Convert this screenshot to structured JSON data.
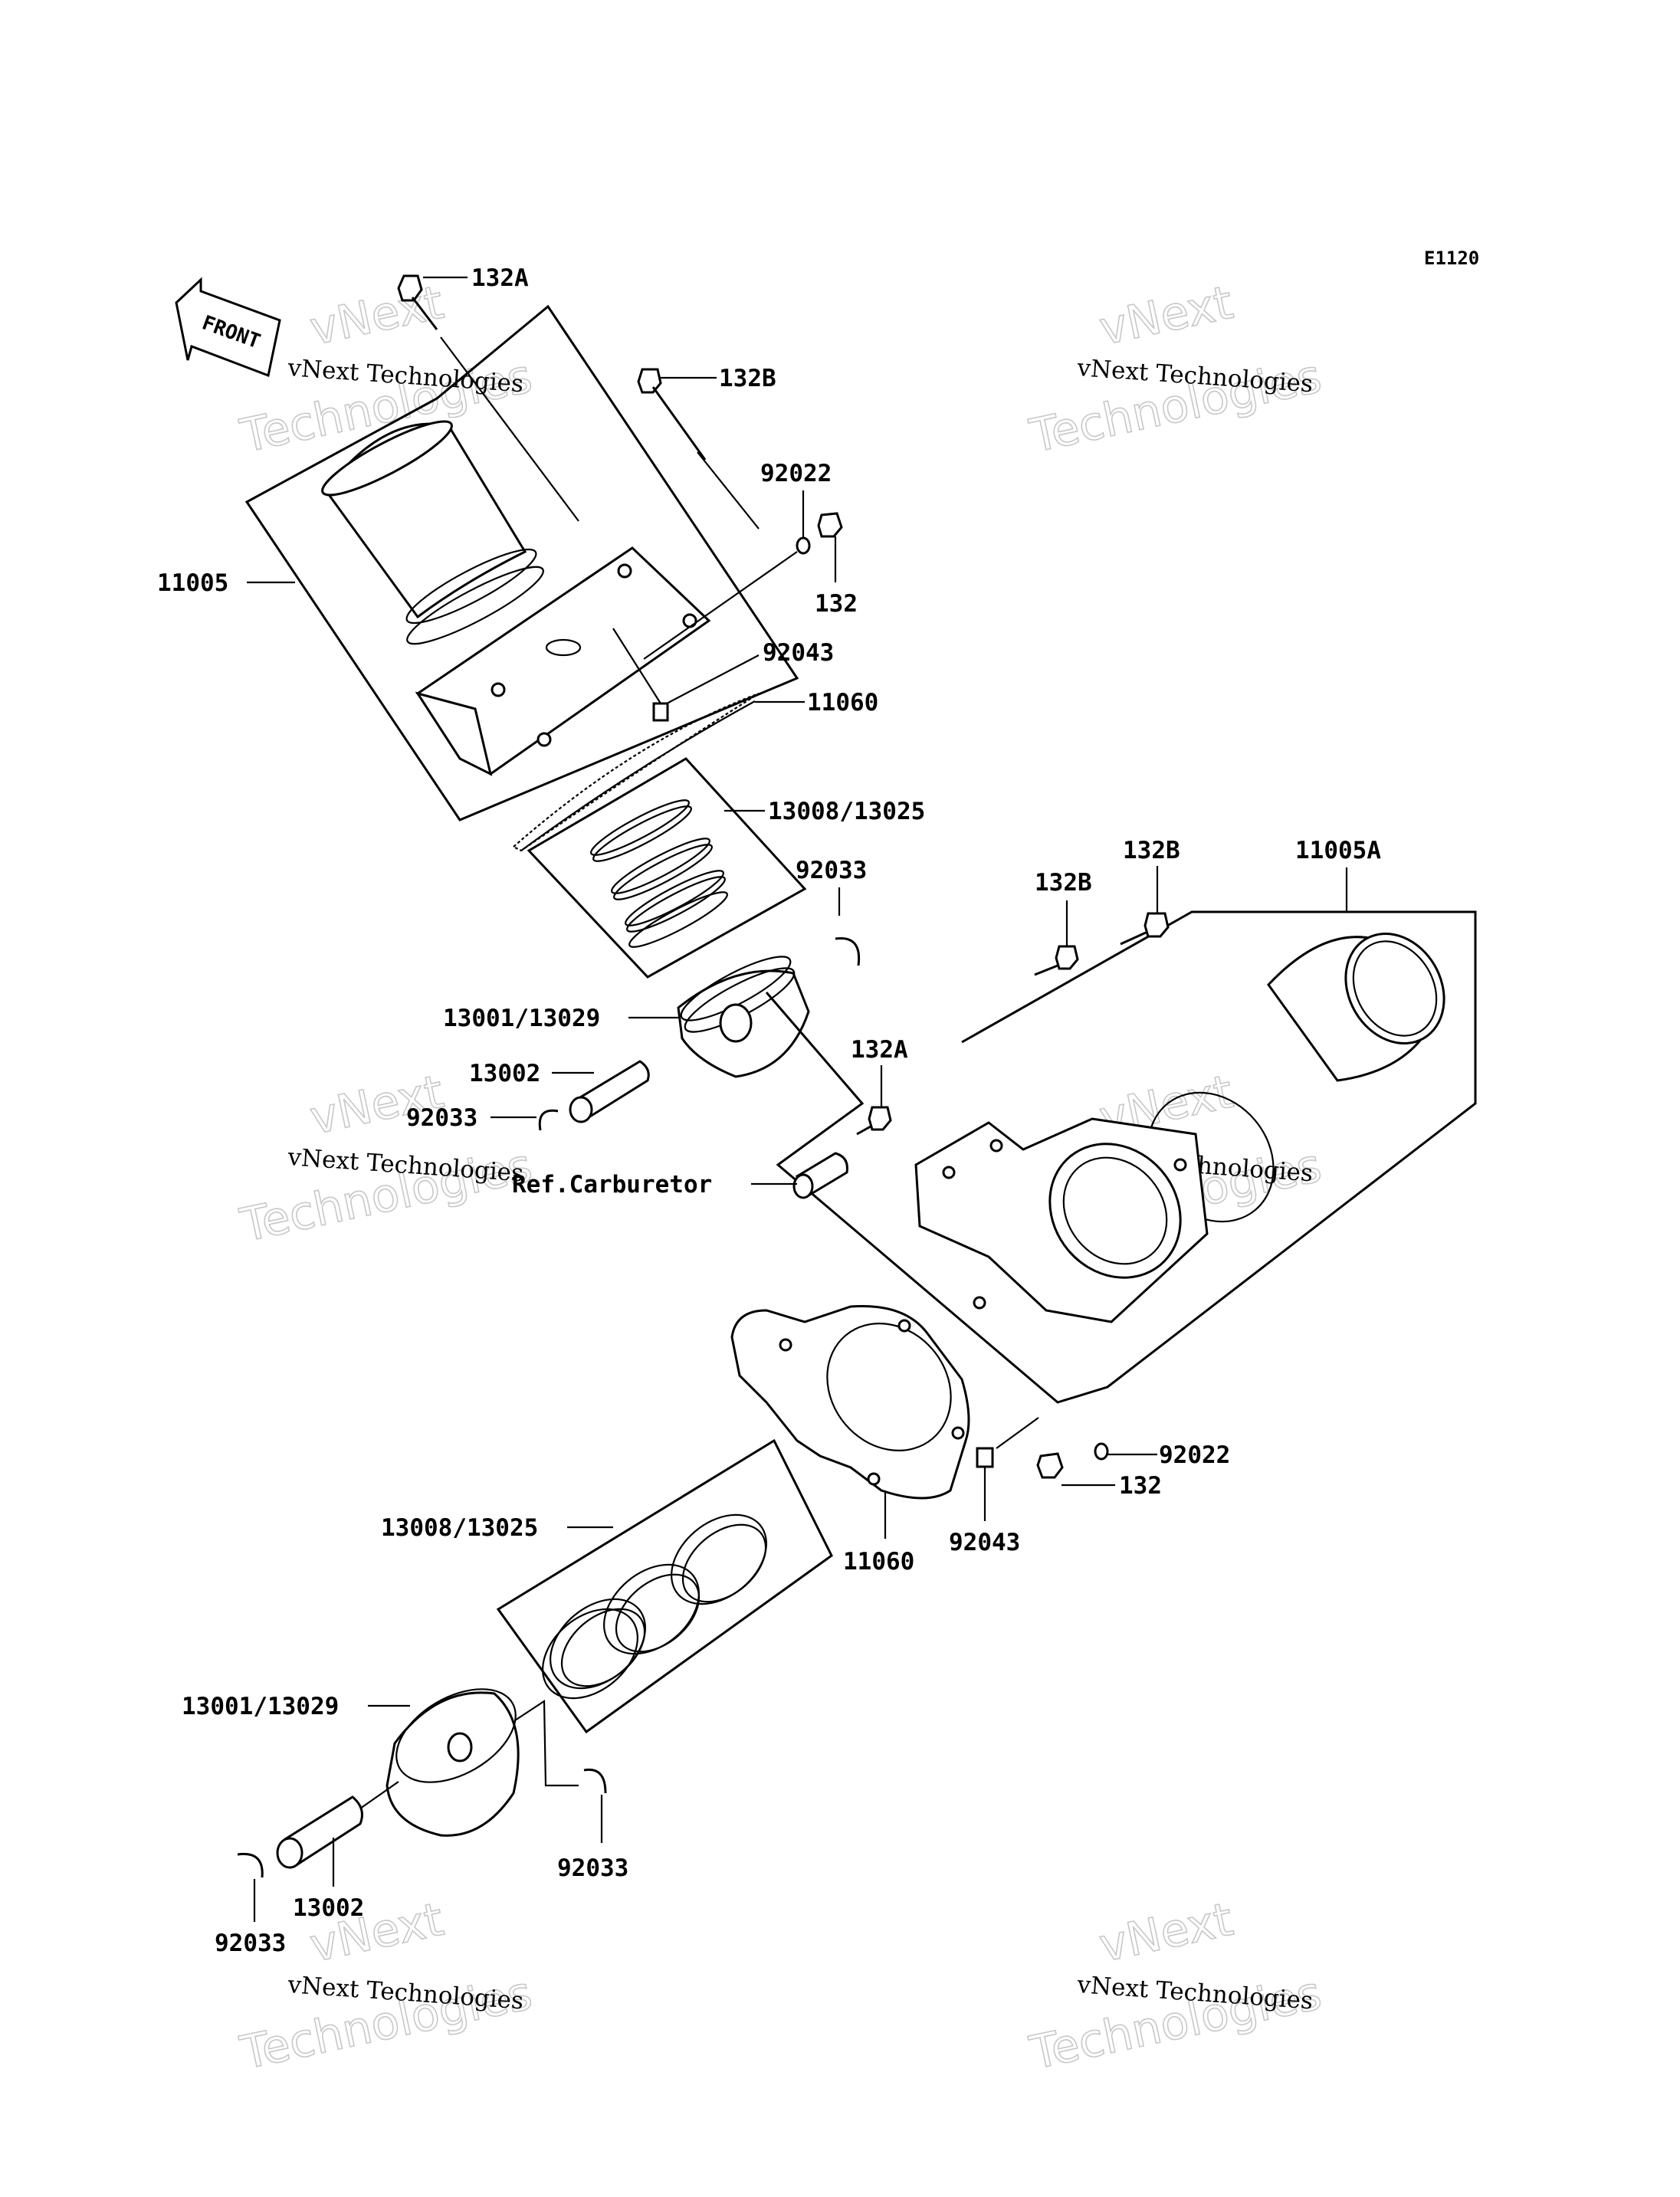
{
  "diagram_code": "E1120",
  "front_label": "FRONT",
  "callouts": {
    "upper": {
      "bolt_132A": "132A",
      "bolt_132B": "132B",
      "washer_92022": "92022",
      "bolt_132": "132",
      "cylinder_11005": "11005",
      "dowel_92043": "92043",
      "gasket_11060": "11060",
      "rings_13008_13025": "13008/13025",
      "circlip_92033_right": "92033",
      "piston_13001_13029": "13001/13029",
      "pin_13002": "13002",
      "circlip_92033_left": "92033"
    },
    "lower": {
      "bolt_132B_a": "132B",
      "bolt_132B_b": "132B",
      "cylinder_11005A": "11005A",
      "bolt_132A": "132A",
      "ref_carburetor": "Ref.Carburetor",
      "washer_92022": "92022",
      "bolt_132": "132",
      "dowel_92043": "92043",
      "gasket_11060": "11060",
      "rings_13008_13025": "13008/13025",
      "piston_13001_13029": "13001/13029",
      "circlip_92033_right": "92033",
      "pin_13002": "13002",
      "circlip_92033_left": "92033"
    }
  },
  "watermark": {
    "brand": "vNext",
    "line": "vNext Technologies",
    "big": "Technologies"
  }
}
